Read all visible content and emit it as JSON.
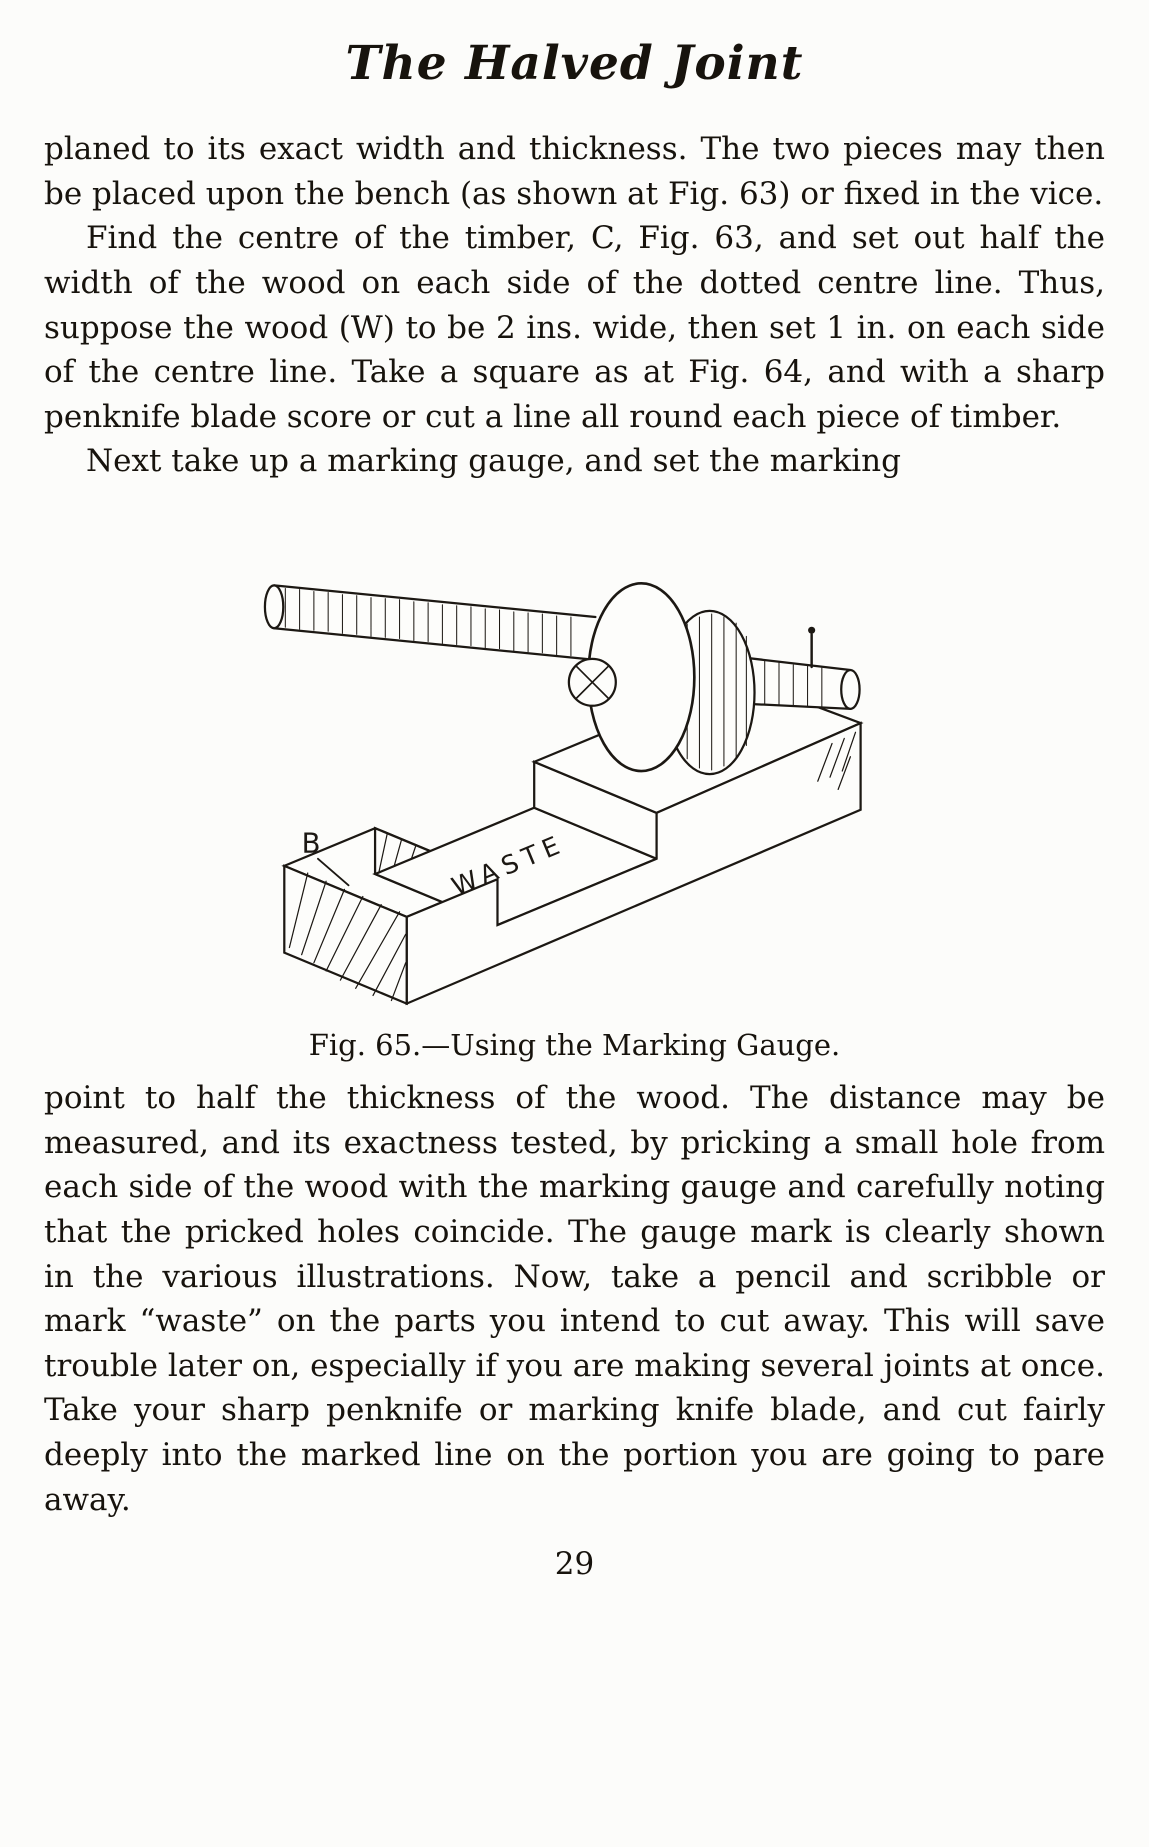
{
  "page": {
    "title": "The Halved Joint",
    "paragraphs_before_figure": [
      "planed to its exact width and thickness.  The two pieces may then be placed upon the bench (as shown at Fig. 63) or fixed in the vice.",
      "Find the centre of the timber, C, Fig. 63, and set out half the width of the wood on each side of the dotted centre line.  Thus, suppose the wood (W) to be 2 ins. wide, then set 1 in. on each side of the centre line.  Take a square as at Fig. 64, and with a sharp penknife blade score or cut a line all round each piece of timber.",
      "Next take up a marking gauge, and set the marking"
    ],
    "figure": {
      "caption": "Fig. 65.—Using the Marking Gauge.",
      "waste_label": "WASTE",
      "b_label": "B"
    },
    "paragraphs_after_figure": [
      "point to half the thickness of the wood.  The distance may be measured, and its exactness tested, by pricking a small hole from each side of the wood with the marking gauge and carefully noting that the pricked holes coincide.  The gauge mark is clearly shown in the various illustrations.  Now, take a pencil and scribble or mark “waste” on the parts you intend to cut away.  This will save trouble later on, especially if you are making several joints at once.  Take your sharp penknife or marking knife blade, and cut fairly deeply into the marked line on the portion you are going to pare away."
    ],
    "page_number": "29"
  }
}
